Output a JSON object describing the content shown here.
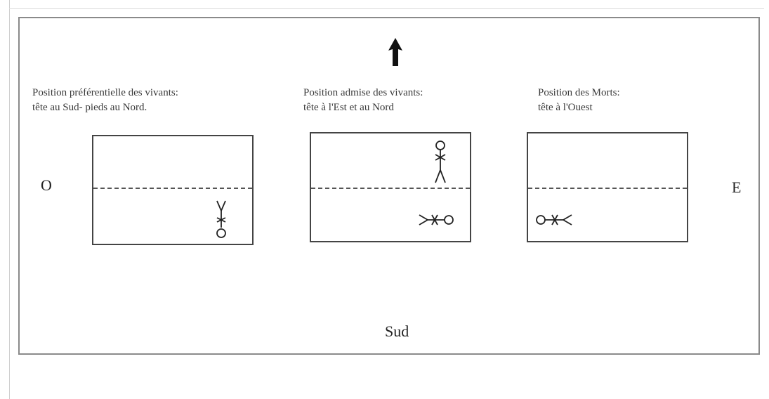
{
  "captions": {
    "left": {
      "line1": "Position préférentielle des vivants:",
      "line2": "tête au Sud- pieds au Nord."
    },
    "middle": {
      "line1": "Position admise des vivants:",
      "line2": "tête à l'Est et au Nord"
    },
    "right": {
      "line1": "Position des Morts:",
      "line2": "tête à l'Ouest"
    }
  },
  "directions": {
    "west": "O",
    "east": "E",
    "south": "Sud"
  },
  "icons": {
    "north": "up-arrow-icon",
    "figure": "stick-figure-icon"
  }
}
